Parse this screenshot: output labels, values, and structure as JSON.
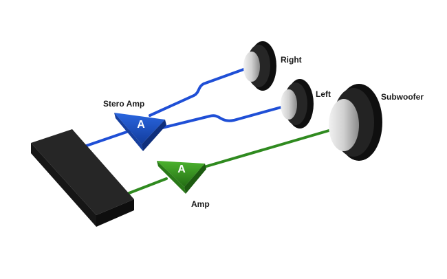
{
  "labels": {
    "right": "Right",
    "left": "Left",
    "subwoofer": "Subwoofer",
    "stereo_amp": "Stero Amp",
    "amp": "Amp"
  },
  "amp_letter": "A",
  "colors": {
    "stereo_cable": "#1f4fd6",
    "stereo_amp": "#1c54c8",
    "sub_cable": "#2f8a1f",
    "sub_amp": "#3a9a22",
    "head_unit": "#1b1b1b",
    "speaker_rim": "#111111",
    "speaker_cone": "#d9d9d9"
  },
  "icons": {
    "head_unit": "black-box-head-unit",
    "speaker": "speaker-icon",
    "amplifier": "triangle-amplifier-icon"
  }
}
